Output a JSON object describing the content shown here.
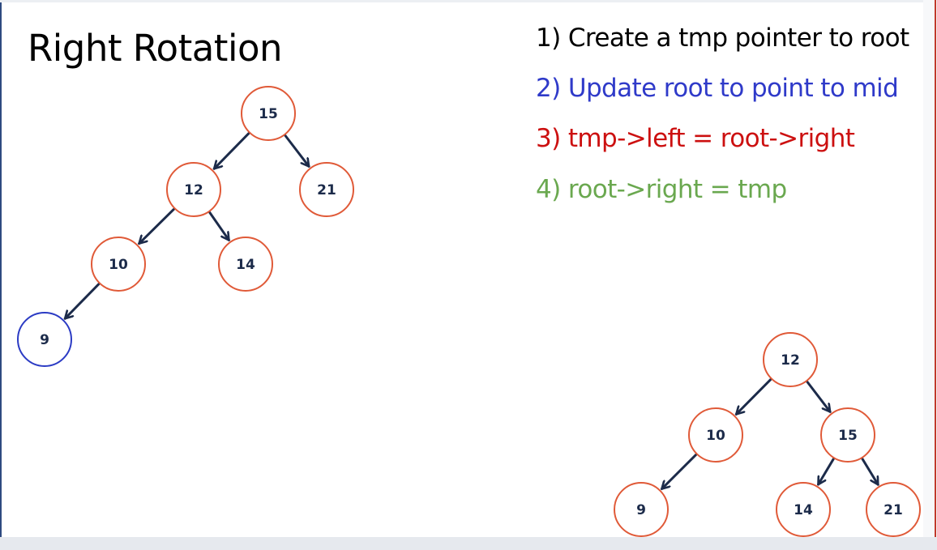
{
  "title": "Right Rotation",
  "steps": [
    "1) Create a tmp pointer to root",
    "2) Update root to point to mid",
    "3) tmp->left = root->right",
    "4) root->right = tmp"
  ],
  "colors": {
    "node_border": "#e05a38",
    "highlight_border": "#2b3bc4",
    "arrow": "#1c2b4a",
    "step1": "#000000",
    "step2": "#2f3ac9",
    "step3": "#cc1010",
    "step4": "#6aa84f"
  },
  "trees": {
    "before": {
      "nodes": [
        {
          "id": "b15",
          "label": "15"
        },
        {
          "id": "b12",
          "label": "12"
        },
        {
          "id": "b21",
          "label": "21"
        },
        {
          "id": "b10",
          "label": "10"
        },
        {
          "id": "b14",
          "label": "14"
        },
        {
          "id": "b9",
          "label": "9",
          "highlight": true
        }
      ],
      "edges": [
        [
          "b15",
          "b12"
        ],
        [
          "b15",
          "b21"
        ],
        [
          "b12",
          "b10"
        ],
        [
          "b12",
          "b14"
        ],
        [
          "b10",
          "b9"
        ]
      ]
    },
    "after": {
      "nodes": [
        {
          "id": "a12",
          "label": "12"
        },
        {
          "id": "a10",
          "label": "10"
        },
        {
          "id": "a15",
          "label": "15"
        },
        {
          "id": "a9",
          "label": "9"
        },
        {
          "id": "a14",
          "label": "14"
        },
        {
          "id": "a21",
          "label": "21"
        }
      ],
      "edges": [
        [
          "a12",
          "a10"
        ],
        [
          "a12",
          "a15"
        ],
        [
          "a10",
          "a9"
        ],
        [
          "a15",
          "a14"
        ],
        [
          "a15",
          "a21"
        ]
      ]
    }
  }
}
